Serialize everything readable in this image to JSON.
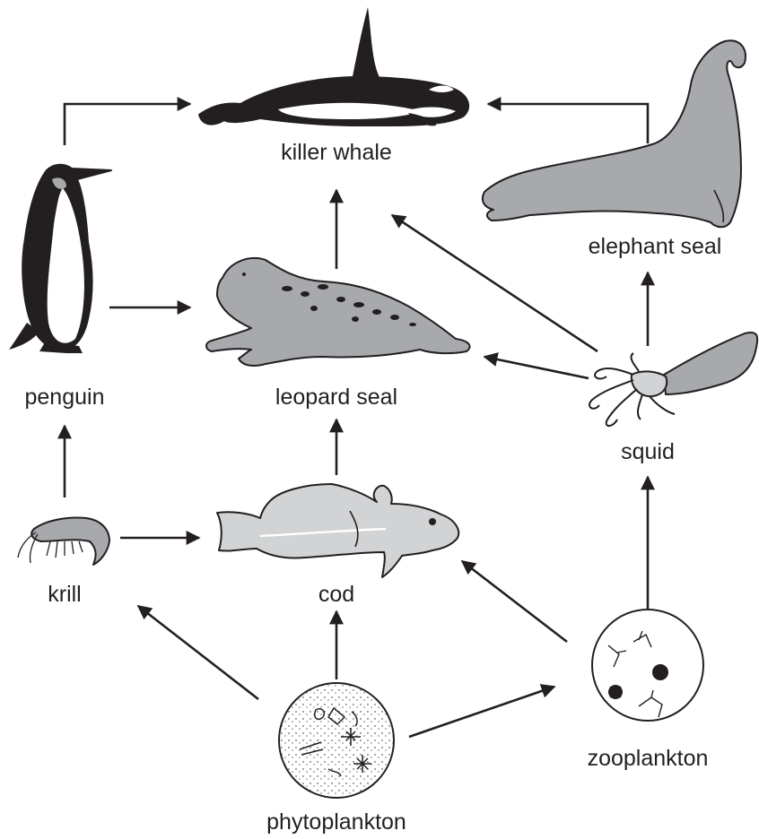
{
  "organisms": {
    "killer_whale": "killer whale",
    "elephant_seal": "elephant seal",
    "penguin": "penguin",
    "leopard_seal": "leopard seal",
    "squid": "squid",
    "krill": "krill",
    "cod": "cod",
    "zooplankton": "zooplankton",
    "phytoplankton": "phytoplankton"
  },
  "feeding_links": [
    {
      "from": "penguin",
      "to": "killer whale"
    },
    {
      "from": "elephant seal",
      "to": "killer whale"
    },
    {
      "from": "leopard seal",
      "to": "killer whale"
    },
    {
      "from": "squid",
      "to": "killer whale"
    },
    {
      "from": "penguin",
      "to": "leopard seal"
    },
    {
      "from": "squid",
      "to": "leopard seal"
    },
    {
      "from": "squid",
      "to": "elephant seal"
    },
    {
      "from": "krill",
      "to": "penguin"
    },
    {
      "from": "cod",
      "to": "leopard seal"
    },
    {
      "from": "krill",
      "to": "cod"
    },
    {
      "from": "zooplankton",
      "to": "squid"
    },
    {
      "from": "zooplankton",
      "to": "cod"
    },
    {
      "from": "phytoplankton",
      "to": "krill"
    },
    {
      "from": "phytoplankton",
      "to": "cod"
    },
    {
      "from": "phytoplankton",
      "to": "zooplankton"
    }
  ],
  "colors": {
    "ink": "#231f20",
    "animal_gray": "#a7a9ac",
    "light_gray": "#d1d3d4",
    "white": "#ffffff"
  }
}
